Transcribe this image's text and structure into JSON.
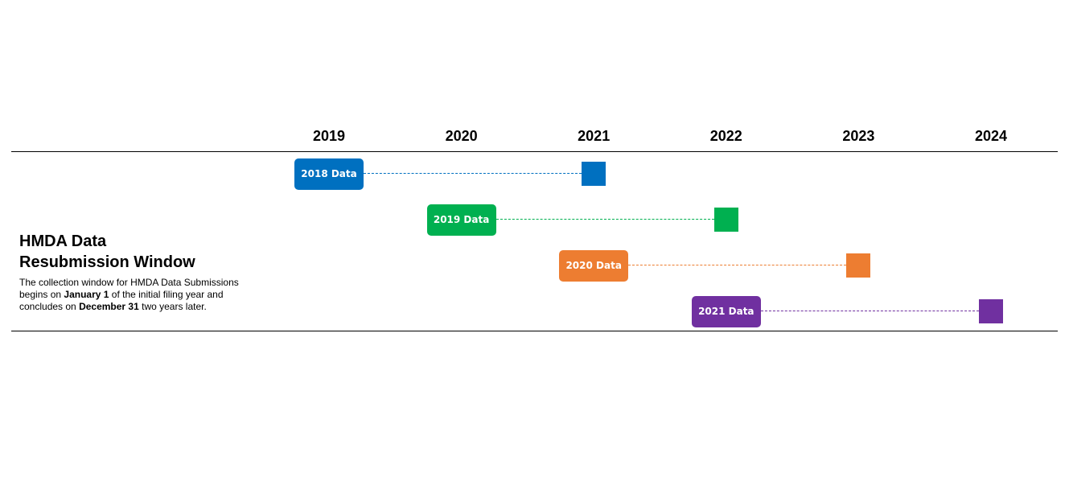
{
  "years": [
    "2019",
    "2020",
    "2021",
    "2022",
    "2023",
    "2024"
  ],
  "title_lines": [
    "HMDA Data",
    "Resubmission Window"
  ],
  "description": {
    "part1": "The collection window for HMDA Data Submissions begins on ",
    "bold1": "January 1",
    "part2": " of the initial filing year and concludes on ",
    "bold2": "December 31",
    "part3": " two years later."
  },
  "chart_data": {
    "type": "timeline",
    "axis_labels": [
      "2019",
      "2020",
      "2021",
      "2022",
      "2023",
      "2024"
    ],
    "series": [
      {
        "name": "2018 Data",
        "start": "2019",
        "end": "2021",
        "color": "#0070c0"
      },
      {
        "name": "2019 Data",
        "start": "2020",
        "end": "2022",
        "color": "#00b050"
      },
      {
        "name": "2020 Data",
        "start": "2021",
        "end": "2023",
        "color": "#ed7d31"
      },
      {
        "name": "2021 Data",
        "start": "2022",
        "end": "2024",
        "color": "#7030a0"
      }
    ]
  }
}
